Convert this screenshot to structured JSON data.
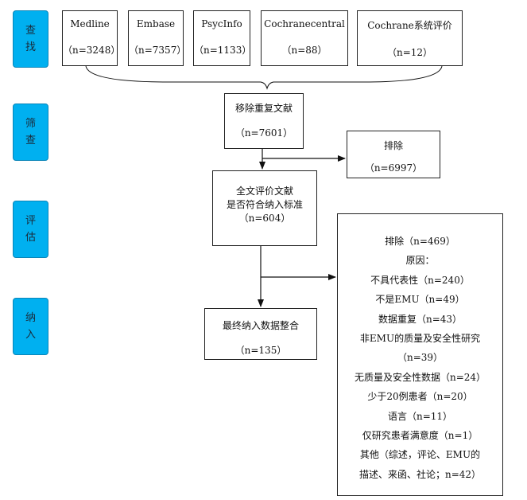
{
  "stages": [
    {
      "id": "search",
      "chars": [
        "查",
        "找"
      ]
    },
    {
      "id": "screen",
      "chars": [
        "筛",
        "查"
      ]
    },
    {
      "id": "assess",
      "chars": [
        "评",
        "估"
      ]
    },
    {
      "id": "include",
      "chars": [
        "纳",
        "入"
      ]
    }
  ],
  "sources": [
    {
      "name": "Medline",
      "count": "（n=3248）"
    },
    {
      "name": "Embase",
      "count": "（n=7357）"
    },
    {
      "name": "PsycInfo",
      "count": "（n=1133）"
    },
    {
      "name": "Cochranecentral",
      "count": "（n=88）"
    },
    {
      "name": "Cochrane系统评价",
      "count": "（n=12）"
    }
  ],
  "dedup": {
    "title": "移除重复文献",
    "count": "（n=7601）"
  },
  "excluded1": {
    "title": "排除",
    "count": "（n=6997）"
  },
  "fulltext": {
    "line1": "全文评价文献",
    "line2": "是否符合纳入标准",
    "count": "（n=604）"
  },
  "final": {
    "title": "最终纳入数据整合",
    "count": "（n=135）"
  },
  "excluded2": {
    "title": "排除（n=469）",
    "reason_header": "原因：",
    "reasons": [
      "不具代表性（n=240）",
      "不是EMU（n=49）",
      "数据重复（n=43）",
      "非EMU的质量及安全性研究",
      "（n=39）",
      "无质量及安全性数据（n=24）",
      "少于20例患者（n=20）",
      "语言（n=11）",
      "仅研究患者满意度（n=1）",
      "其他（综述，评论、EMU的",
      "描述、来函、社论；n=42）"
    ]
  }
}
